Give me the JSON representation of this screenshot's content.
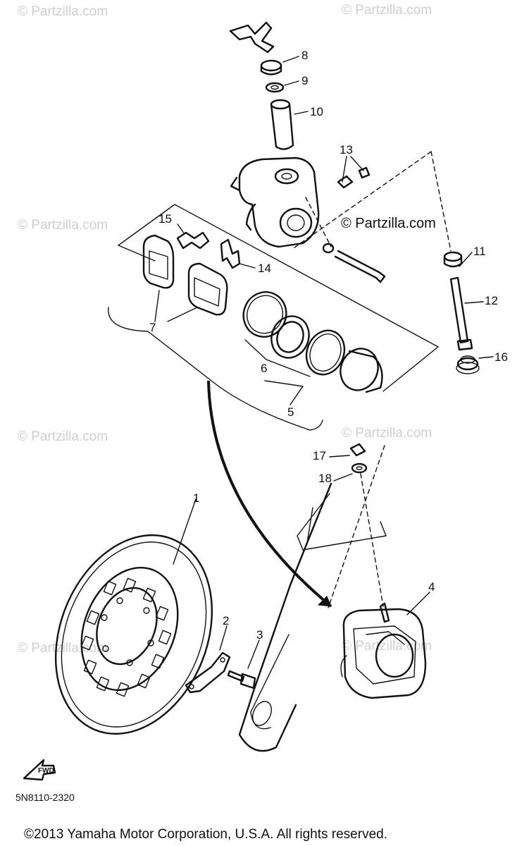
{
  "watermarks": {
    "light": "© Partzilla.com",
    "dark": "© Partzilla.com"
  },
  "callouts": {
    "p1": "1",
    "p2": "2",
    "p3": "3",
    "p4": "4",
    "p5": "5",
    "p6": "6",
    "p7": "7",
    "p8": "8",
    "p9": "9",
    "p10": "10",
    "p11": "11",
    "p12": "12",
    "p13": "13",
    "p14": "14",
    "p15": "15",
    "p16": "16",
    "p17": "17",
    "p18": "18"
  },
  "direction_label": "FWD",
  "diagram_code": "5N8110-2320",
  "copyright": "©2013 Yamaha Motor Corporation, U.S.A. All rights reserved.",
  "colors": {
    "ink": "#111111",
    "watermark": "#cfcfcf",
    "background": "#ffffff"
  }
}
